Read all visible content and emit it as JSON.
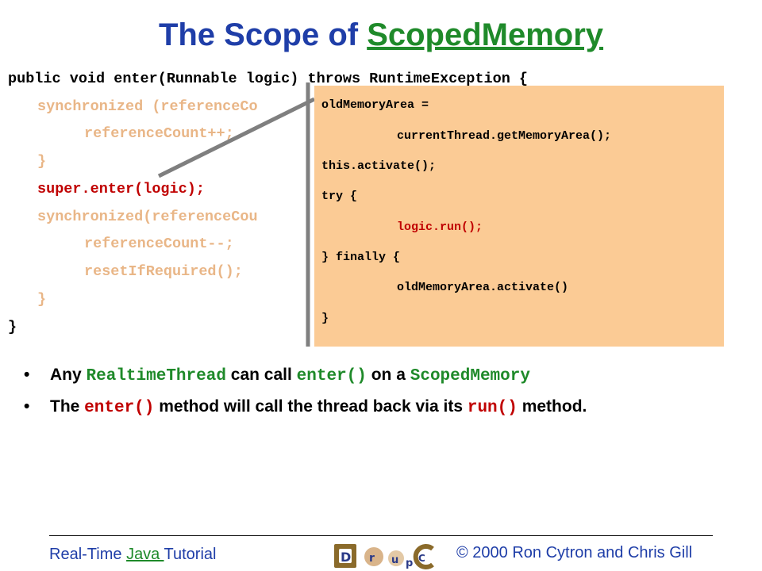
{
  "title": {
    "prefix": "The Scope of ",
    "link": "ScopedMemory"
  },
  "code": {
    "lines": [
      "public void enter(Runnable logic) throws RuntimeException {",
      "synchronized (referenceCo",
      "referenceCount++;",
      "}",
      "super.enter(logic);",
      "synchronized(referenceCou",
      "referenceCount--;",
      "resetIfRequired();",
      "}",
      "}"
    ]
  },
  "callout": {
    "lines": [
      "oldMemoryArea =",
      "currentThread.getMemoryArea();",
      "this.activate();",
      "try {",
      "logic.run();",
      "} finally {",
      "oldMemoryArea.activate()",
      "}"
    ]
  },
  "bullets": {
    "b1": {
      "t1": "Any ",
      "c1": "RealtimeThread",
      "t2": " can call ",
      "c2": "enter()",
      "t3": " on a ",
      "c3": "ScopedMemory"
    },
    "b2": {
      "t1": "The ",
      "c1": "enter()",
      "t2": " method will call the thread back via its ",
      "c2": "run()",
      "t3": " method."
    },
    "marker": "•"
  },
  "footer": {
    "left_prefix": "Real-Time ",
    "left_link": "Java ",
    "left_suffix": "Tutorial",
    "right": "© 2000 Ron Cytron and Chris Gill",
    "logo_letters": [
      "D",
      "r",
      "u",
      "p",
      "C"
    ]
  },
  "colors": {
    "title": "#1f3ea8",
    "link": "#1f8a2a",
    "callout_bg": "#fbcb95",
    "tan_code": "#e9b687",
    "red_code": "#c00000"
  }
}
